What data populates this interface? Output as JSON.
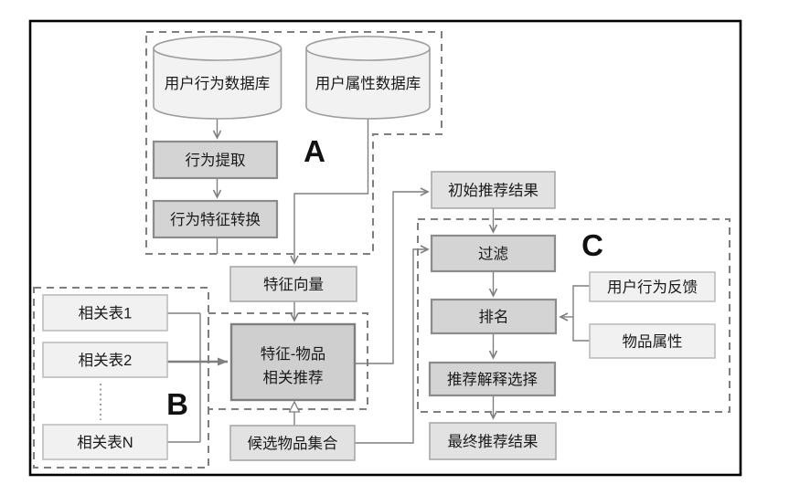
{
  "regions": {
    "a": "A",
    "b": "B",
    "c": "C"
  },
  "nodes": {
    "db_behavior": "用户行为数据库",
    "db_attribute": "用户属性数据库",
    "behavior_extract": "行为提取",
    "behavior_feature_convert": "行为特征转换",
    "feature_vector": "特征向量",
    "related_table_1": "相关表1",
    "related_table_2": "相关表2",
    "related_table_n": "相关表N",
    "feature_item_line1": "特征-物品",
    "feature_item_line2": "相关推荐",
    "candidate_item_set": "候选物品集合",
    "initial_result": "初始推荐结果",
    "filter": "过滤",
    "ranking": "排名",
    "explain_select": "推荐解释选择",
    "final_result": "最终推荐结果",
    "user_behavior_feedback": "用户行为反馈",
    "item_attribute": "物品属性"
  },
  "edges": [
    {
      "from": "db_behavior",
      "to": "behavior_extract"
    },
    {
      "from": "behavior_extract",
      "to": "behavior_feature_convert"
    },
    {
      "from": "behavior_feature_convert",
      "to": "region_a_border"
    },
    {
      "from": "db_attribute",
      "to": "feature_vector"
    },
    {
      "from": "feature_vector",
      "to": "feature_item_recommend"
    },
    {
      "from": "related_table_1",
      "to": "feature_item_recommend"
    },
    {
      "from": "related_table_2",
      "to": "feature_item_recommend"
    },
    {
      "from": "related_table_n",
      "to": "feature_item_recommend"
    },
    {
      "from": "candidate_item_set",
      "to": "feature_item_recommend"
    },
    {
      "from": "feature_item_recommend",
      "to": "initial_result"
    },
    {
      "from": "candidate_item_set",
      "to": "filter"
    },
    {
      "from": "initial_result",
      "to": "filter"
    },
    {
      "from": "filter",
      "to": "ranking"
    },
    {
      "from": "user_behavior_feedback",
      "to": "ranking"
    },
    {
      "from": "item_attribute",
      "to": "ranking"
    },
    {
      "from": "ranking",
      "to": "explain_select"
    },
    {
      "from": "explain_select",
      "to": "final_result"
    }
  ],
  "colors": {
    "frame": "#000000",
    "dashed_border": "#7f7f7f",
    "connector": "#7f7f7f",
    "process_box_fill": "#d4d4d4",
    "result_box_fill": "#e2e2e2",
    "input_box_fill": "#f1f1f1",
    "cylinder_fill": "#f2f2f2",
    "text": "#1a1a1a"
  }
}
